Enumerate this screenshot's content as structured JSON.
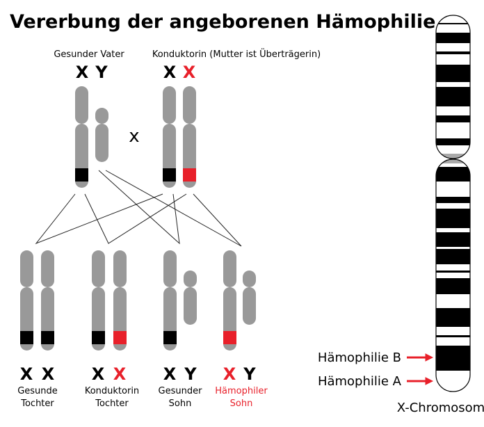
{
  "title": "Vererbung der angeborenen Hämophilie",
  "parents": {
    "father": {
      "label": "Gesunder Vater",
      "chr1": "X",
      "chr2": "Y"
    },
    "cross_symbol": "x",
    "mother": {
      "label": "Konduktorin (Mutter ist Überträgerin)",
      "chr1": "X",
      "chr2": "X"
    }
  },
  "children": [
    {
      "chr1": "X",
      "chr2": "X",
      "line1": "Gesunde",
      "line2": "Tochter"
    },
    {
      "chr1": "X",
      "chr2": "X",
      "line1": "Konduktorin",
      "line2": "Tochter"
    },
    {
      "chr1": "X",
      "chr2": "Y",
      "line1": "Gesunder",
      "line2": "Sohn"
    },
    {
      "chr1": "X",
      "chr2": "Y",
      "line1": "Hämophiler",
      "line2": "Sohn"
    }
  ],
  "xchrom": {
    "label": "X-Chromosom",
    "marker_b": "Hämophilie B",
    "marker_a": "Hämophilie A"
  },
  "colors": {
    "affected": "#e8202a",
    "chromosome": "#999999",
    "band": "#000000"
  }
}
